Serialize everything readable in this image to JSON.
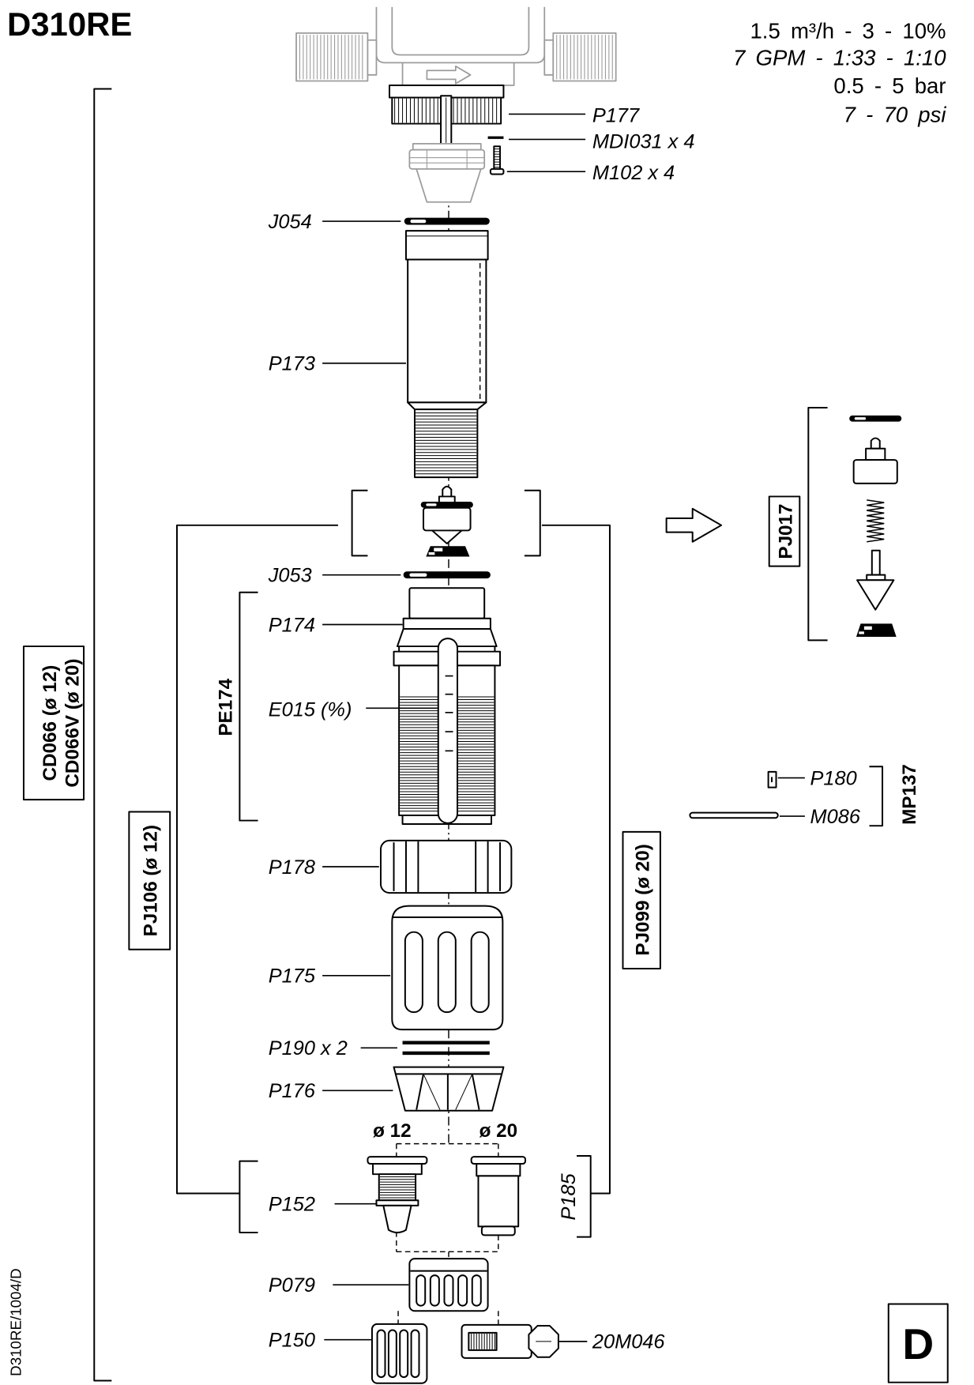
{
  "title": "D310RE",
  "specs": {
    "flow": "1.5 m³/h - 3 - 10%",
    "flow_us": "7 GPM - 1:33 - 1:10",
    "pressure": "0.5 - 5 bar",
    "pressure_us": "7 - 70 psi"
  },
  "parts": {
    "p177": "P177",
    "mdi031": "MDI031 x 4",
    "m102": "M102 x 4",
    "j054": "J054",
    "p173": "P173",
    "j053": "J053",
    "p174": "P174",
    "e015": "E015 (%)",
    "p178": "P178",
    "p175": "P175",
    "p190": "P190 x 2",
    "p176": "P176",
    "p152": "P152",
    "p185": "P185",
    "p079": "P079",
    "p150": "P150",
    "strainer_20m046": "20M046",
    "p180": "P180",
    "m086": "M086"
  },
  "kits": {
    "cd066": "CD066 (ø 12)",
    "cd066v": "CD066V (ø 20)",
    "pj106": "PJ106 (ø 12)",
    "pj099": "PJ099 (ø 20)",
    "pe174": "PE174",
    "pj017": "PJ017",
    "mp137": "MP137"
  },
  "diameters": {
    "d12": "ø 12",
    "d20": "ø 20"
  },
  "footer": {
    "doc_ref": "D310RE/1004/D",
    "section": "D"
  },
  "colors": {
    "ink": "#000000",
    "pump_outline": "#9c9c9c",
    "paper": "#ffffff"
  }
}
